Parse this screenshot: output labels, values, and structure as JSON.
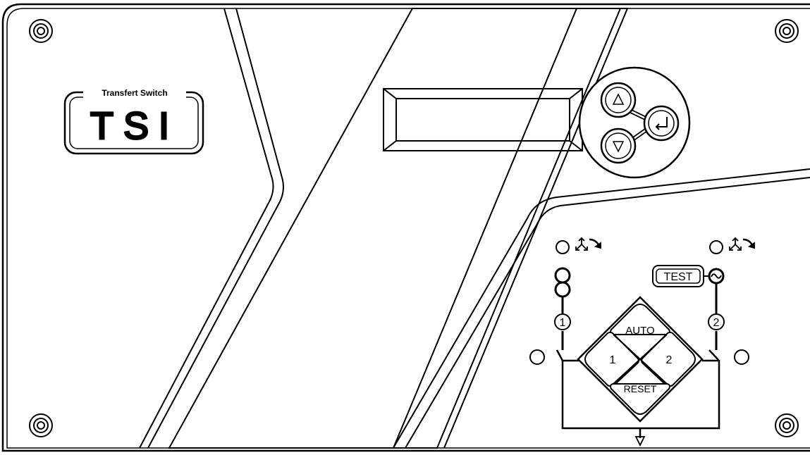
{
  "logo": {
    "subtitle": "Transfert Switch",
    "title": "TSI"
  },
  "keypad": {
    "up_icon": "up-triangle-icon",
    "down_icon": "down-triangle-icon",
    "enter_icon": "enter-return-icon"
  },
  "control": {
    "test_label": "TEST",
    "auto_label": "AUTO",
    "reset_label": "RESET",
    "source1_label": "1",
    "source2_label": "2",
    "source1_badge": "1",
    "source2_badge": "2",
    "phase_icon": "three-phase-rotation-icon",
    "ac_icon": "ac-sine-icon",
    "output_icon": "down-arrow-icon"
  },
  "colors": {
    "stroke": "#000000",
    "background": "#ffffff"
  }
}
